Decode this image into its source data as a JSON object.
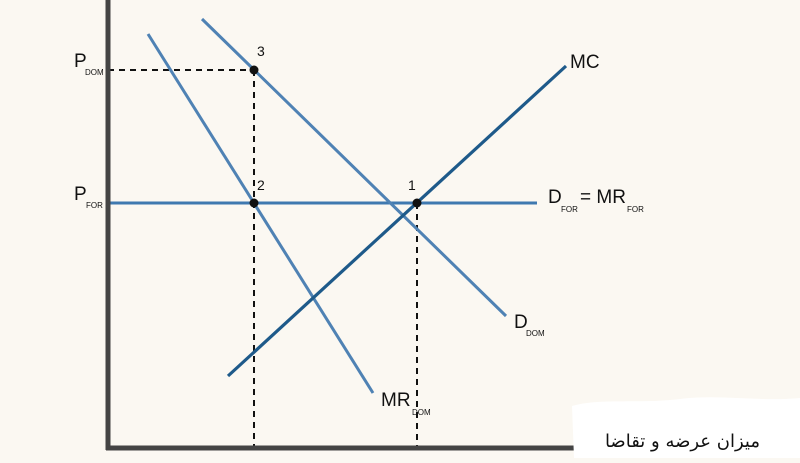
{
  "diagram": {
    "axis_label_quantity": "میزان عرضه و تقاضا",
    "price_levels": {
      "domestic": {
        "main": "P",
        "sub": "DOM"
      },
      "foreign": {
        "main": "P",
        "sub": "FOR"
      }
    },
    "curves": {
      "mc": {
        "label": "MC",
        "color": "#1e5a8a"
      },
      "d_dom": {
        "main": "D",
        "sub": "DOM",
        "color": "#4f82b4"
      },
      "mr_dom": {
        "main": "MR",
        "sub": "DOM",
        "color": "#4f82b4"
      },
      "d_for": {
        "main1": "D",
        "sub1": "FOR",
        "eq": "= MR",
        "sub2": "FOR",
        "color": "#3f79b0"
      }
    },
    "points": [
      {
        "id": "1",
        "label": "1"
      },
      {
        "id": "2",
        "label": "2"
      },
      {
        "id": "3",
        "label": "3"
      }
    ]
  }
}
